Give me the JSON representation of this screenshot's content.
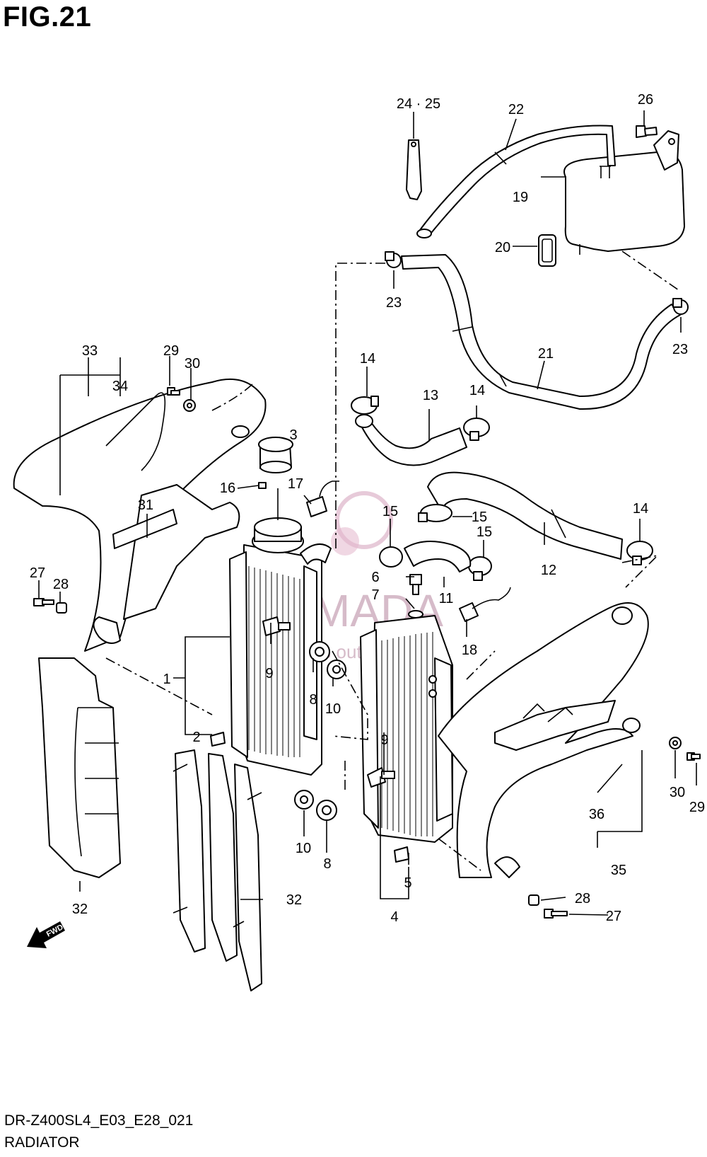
{
  "header": {
    "figure": "FIG.21"
  },
  "footer": {
    "model": "DR-Z400SL4_E03_E28_021",
    "section": "RADIATOR"
  },
  "watermark": {
    "text": "ARMADA",
    "subtext": "motors outboards",
    "color": "#c9a5b7"
  },
  "labels": {
    "p1": "1",
    "p2": "2",
    "p3": "3",
    "p4": "4",
    "p5": "5",
    "p6": "6",
    "p7": "7",
    "p8a": "8",
    "p8b": "8",
    "p9a": "9",
    "p9b": "9",
    "p10a": "10",
    "p10b": "10",
    "p11": "11",
    "p12": "12",
    "p13": "13",
    "p14a": "14",
    "p14b": "14",
    "p14c": "14",
    "p15a": "15",
    "p15b": "15",
    "p15c": "15",
    "p16": "16",
    "p17": "17",
    "p18": "18",
    "p19": "19",
    "p20": "20",
    "p21": "21",
    "p22": "22",
    "p23a": "23",
    "p23b": "23",
    "p24_25": "24 · 25",
    "p26": "26",
    "p27a": "27",
    "p27b": "27",
    "p28a": "28",
    "p28b": "28",
    "p29a": "29",
    "p29b": "29",
    "p30a": "30",
    "p30b": "30",
    "p31": "31",
    "p32a": "32",
    "p32b": "32",
    "p33": "33",
    "p34": "34",
    "p35": "35",
    "p36": "36"
  },
  "fwd_label": "FWD",
  "icons": [
    "fwd-arrow-icon"
  ]
}
